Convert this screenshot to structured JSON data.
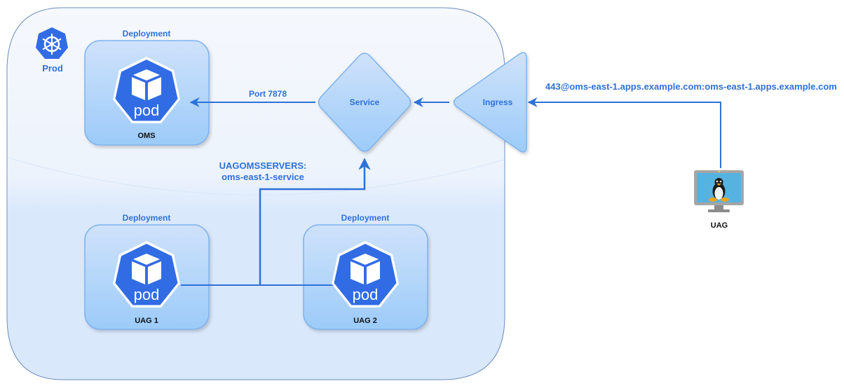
{
  "cluster": {
    "name": "Prod",
    "icon": "kubernetes-helm-icon"
  },
  "deployments": [
    {
      "id": "oms",
      "header": "Deployment",
      "pod_label": "pod",
      "name": "OMS"
    },
    {
      "id": "uag1",
      "header": "Deployment",
      "pod_label": "pod",
      "name": "UAG 1"
    },
    {
      "id": "uag2",
      "header": "Deployment",
      "pod_label": "pod",
      "name": "UAG 2"
    }
  ],
  "service": {
    "label": "Service"
  },
  "ingress": {
    "label": "Ingress"
  },
  "external": {
    "label": "UAG",
    "icon": "linux-monitor-icon"
  },
  "edges": {
    "service_to_oms": "Port 7878",
    "uag_to_service_line1": "UAGOMSSERVERS:",
    "uag_to_service_line2": "oms-east-1-service",
    "external_to_ingress": "443@oms-east-1.apps.example.com:oms-east-1.apps.example.com"
  },
  "colors": {
    "accent": "#2d72d9",
    "pod_fill": "#326ce5",
    "cluster_fill": "#dae8fc",
    "cluster_stroke": "#6c8ebf",
    "node_fill": "#b3d4fb",
    "node_stroke": "#7eb3ee"
  }
}
